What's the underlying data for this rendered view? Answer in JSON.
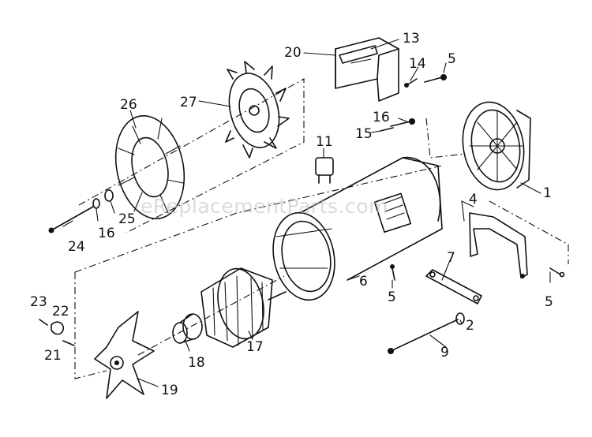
{
  "watermark": "eReplacementParts.com",
  "callouts": {
    "c1": "1",
    "c2": "2",
    "c4": "4",
    "c5a": "5",
    "c5b": "5",
    "c5c": "5",
    "c6": "6",
    "c7": "7",
    "c9": "9",
    "c11": "11",
    "c13": "13",
    "c14": "14",
    "c15": "15",
    "c16a": "16",
    "c16b": "16",
    "c17": "17",
    "c18": "18",
    "c19": "19",
    "c20": "20",
    "c21": "21",
    "c22": "22",
    "c23": "23",
    "c24": "24",
    "c25": "25",
    "c26": "26",
    "c27": "27"
  },
  "colors": {
    "ink": "#111111",
    "paper": "#ffffff",
    "watermark": "#bcbcbc"
  }
}
